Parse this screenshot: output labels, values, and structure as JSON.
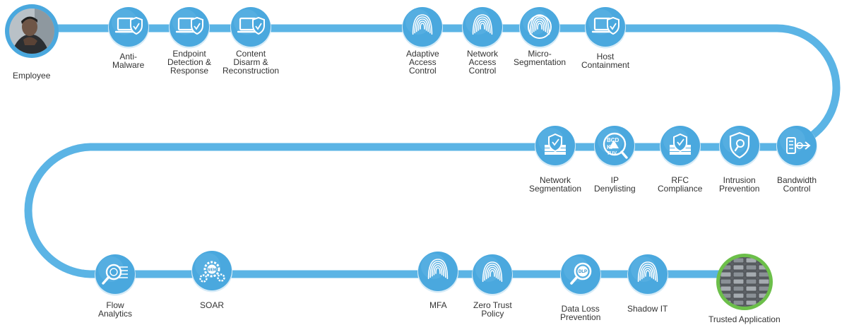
{
  "colors": {
    "path": "#5bb4e5",
    "node": "#4aa8de",
    "node_dark": "#2d8bc6",
    "start_ring": "#4aa8de",
    "end_ring": "#6cbf4a",
    "text": "#333333"
  },
  "start": {
    "name": "Employee",
    "icon": "person-photo"
  },
  "end": {
    "name": "Trusted Application",
    "icon": "server-rack-photo"
  },
  "nodes": [
    {
      "id": "anti-malware",
      "lines": [
        "Anti-",
        "Malware"
      ],
      "icon": "laptop-shield-icon"
    },
    {
      "id": "edr",
      "lines": [
        "Endpoint",
        "Detection &",
        "Response"
      ],
      "icon": "laptop-shield-icon"
    },
    {
      "id": "cdr",
      "lines": [
        "Content",
        "Disarm &",
        "Reconstruction"
      ],
      "icon": "laptop-shield-icon"
    },
    {
      "id": "adaptive-access-control",
      "lines": [
        "Adaptive",
        "Access",
        "Control"
      ],
      "icon": "fingerprint-icon"
    },
    {
      "id": "network-access-control",
      "lines": [
        "Network",
        "Access",
        "Control"
      ],
      "icon": "fingerprint-icon"
    },
    {
      "id": "micro-segmentation",
      "lines": [
        "Micro-",
        "Segmentation"
      ],
      "icon": "fingerprint-ring-icon"
    },
    {
      "id": "host-containment",
      "lines": [
        "Host",
        "Containment"
      ],
      "icon": "laptop-shield-icon"
    },
    {
      "id": "bandwidth-control",
      "lines": [
        "Bandwidth",
        "Control"
      ],
      "icon": "bandwidth-icon"
    },
    {
      "id": "intrusion-prevention",
      "lines": [
        "Intrusion",
        "Prevention"
      ],
      "icon": "shield-search-icon"
    },
    {
      "id": "rfc-compliance",
      "lines": [
        "RFC",
        "Compliance"
      ],
      "icon": "firewall-shield-icon"
    },
    {
      "id": "ip-denylisting",
      "lines": [
        "IP",
        "Denylisting"
      ],
      "icon": "magnifier-letters-icon"
    },
    {
      "id": "network-segmentation",
      "lines": [
        "Network",
        "Segmentation"
      ],
      "icon": "firewall-shield-icon"
    },
    {
      "id": "flow-analytics",
      "lines": [
        "Flow",
        "Analytics"
      ],
      "icon": "flow-magnifier-icon"
    },
    {
      "id": "soar",
      "lines": [
        "SOAR"
      ],
      "icon": "siem-gears-icon"
    },
    {
      "id": "mfa",
      "lines": [
        "MFA"
      ],
      "icon": "fingerprint-icon"
    },
    {
      "id": "zero-trust-policy",
      "lines": [
        "Zero Trust",
        "Policy"
      ],
      "icon": "fingerprint-icon"
    },
    {
      "id": "dlp",
      "lines": [
        "Data Loss",
        "Prevention"
      ],
      "icon": "dlp-magnifier-icon"
    },
    {
      "id": "shadow-it",
      "lines": [
        "Shadow IT"
      ],
      "icon": "fingerprint-icon"
    }
  ],
  "badges": {
    "siem": "SIEM",
    "dlp": "DLP",
    "letters": "BCD KI TUV"
  }
}
